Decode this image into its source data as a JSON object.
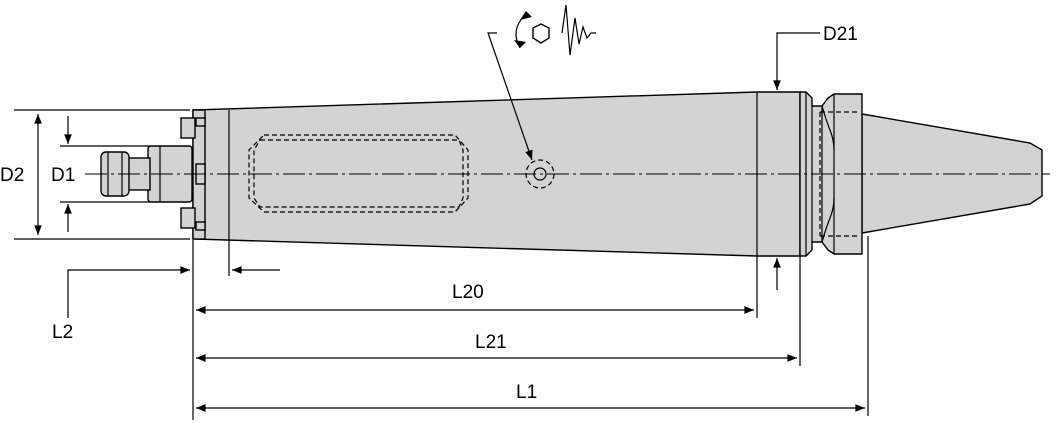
{
  "labels": {
    "d2": "D2",
    "d1": "D1",
    "d21": "D21",
    "l2": "L2",
    "l20": "L20",
    "l21": "L21",
    "l1": "L1"
  },
  "icons": [
    "hex-wrench-rotate-icon",
    "vibration-damping-icon"
  ]
}
